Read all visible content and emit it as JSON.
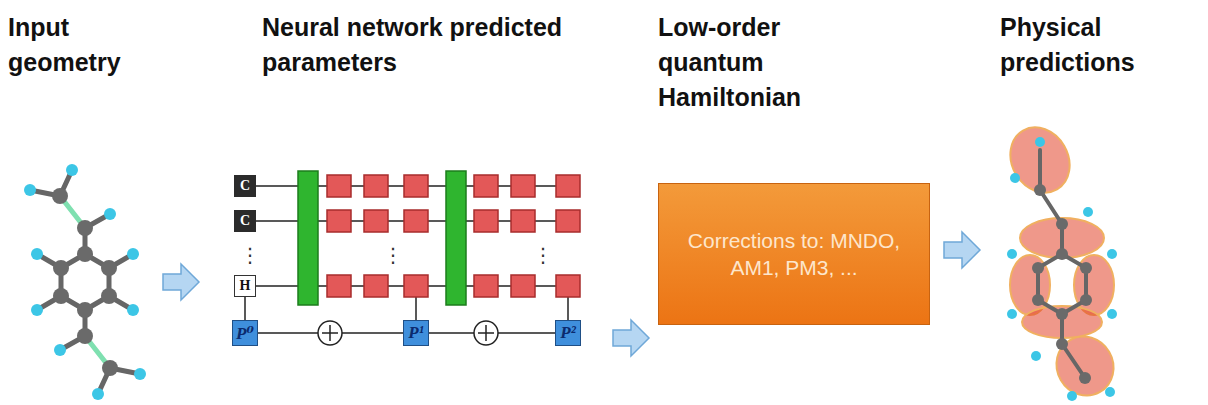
{
  "diagram": {
    "nodes": [
      {
        "text": [
          "C"
        ]
      },
      {
        "text": [
          "C"
        ]
      },
      {
        "text": [
          "H"
        ]
      },
      {
        "text": [
          "P⁰"
        ]
      },
      {
        "text": [
          "P¹"
        ]
      },
      {
        "text": [
          "P²"
        ]
      },
      {
        "text": [
          "Corrections to: MNDO, AM1, PM3, ..."
        ]
      }
    ],
    "edges": [
      {
        "from": 2,
        "to": 3,
        "arrow": "none"
      },
      {
        "from": 3,
        "to": 4,
        "arrow": "none"
      },
      {
        "from": 4,
        "to": 5,
        "arrow": "none"
      }
    ],
    "labels": [
      "Input geometry",
      "Neural network predicted parameters",
      "Low-order quantum Hamiltonian",
      "Physical predictions",
      "⋮",
      "⋮",
      "⋮"
    ]
  }
}
